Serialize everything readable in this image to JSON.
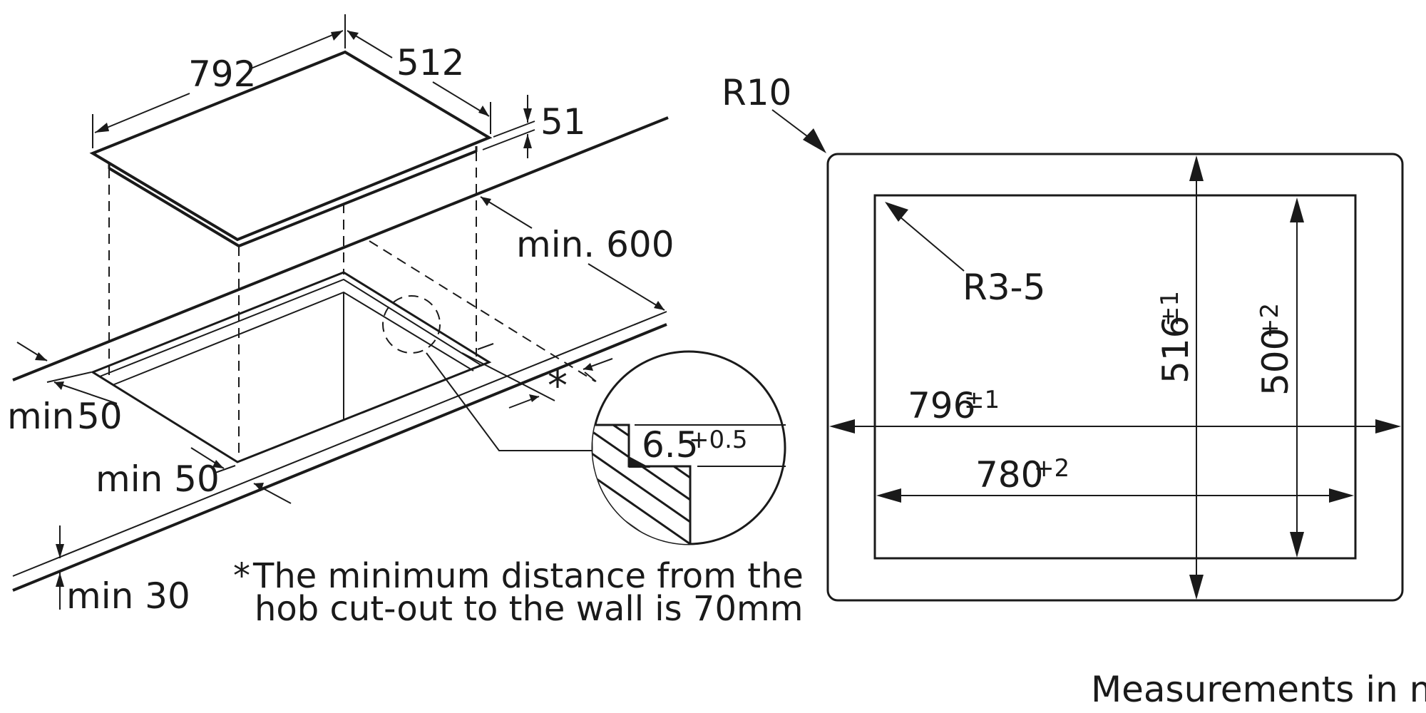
{
  "iso": {
    "width_792": "792",
    "depth_512": "512",
    "height_51": "51",
    "min_600": "min. 600",
    "min50_left": "min",
    "min50_left_val": "50",
    "min50_front": "min 50",
    "min30": "min 30",
    "asterisk": "*",
    "detail_65": "6.5",
    "detail_65_tol": "+0.5"
  },
  "footnote": {
    "star": "*",
    "line1": "The minimum distance from the",
    "line2": "hob cut-out to the wall is 70mm"
  },
  "plan": {
    "r10": "R10",
    "r35": "R3-5",
    "w796": "796",
    "w796_tol": "±1",
    "h516": "516",
    "h516_tol": "±1",
    "w780": "780",
    "w780_tol": "+2",
    "h500": "500",
    "h500_tol": "+2"
  },
  "measurements": "Measurements in mm"
}
